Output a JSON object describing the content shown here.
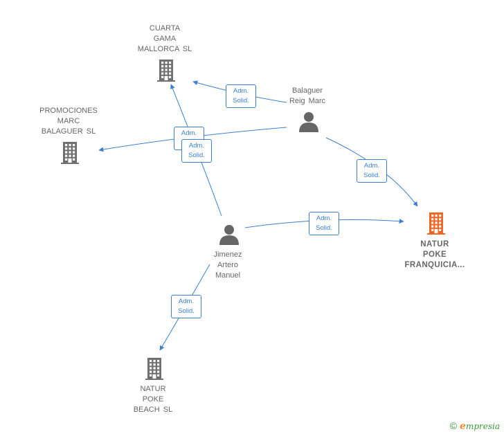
{
  "nodes": [
    {
      "id": "cuarta_gama",
      "kind": "company",
      "lines": [
        "CUARTA",
        "GAMA",
        "MALLORCA  SL"
      ],
      "focus": false
    },
    {
      "id": "promociones_marc",
      "kind": "company",
      "lines": [
        "PROMOCIONES",
        "MARC",
        "BALAGUER  SL"
      ],
      "focus": false
    },
    {
      "id": "balaguer_reig",
      "kind": "person",
      "lines": [
        "Balaguer",
        "Reig Marc"
      ],
      "focus": false
    },
    {
      "id": "natur_poke_franquicia",
      "kind": "company",
      "lines": [
        "NATUR",
        "POKE",
        "FRANQUICIA..."
      ],
      "focus": true
    },
    {
      "id": "jimenez_artero",
      "kind": "person",
      "lines": [
        "Jimenez",
        "Artero",
        "Manuel"
      ],
      "focus": false
    },
    {
      "id": "natur_poke_beach",
      "kind": "company",
      "lines": [
        "NATUR",
        "POKE",
        "BEACH  SL"
      ],
      "focus": false
    }
  ],
  "edges": [
    {
      "from": "balaguer_reig",
      "to": "cuarta_gama",
      "label": [
        "Adm.",
        "Solid."
      ]
    },
    {
      "from": "balaguer_reig",
      "to": "promociones_marc",
      "label": [
        "Adm.",
        "Solid."
      ]
    },
    {
      "from": "balaguer_reig",
      "to": "natur_poke_franquicia",
      "label": [
        "Adm.",
        "Solid."
      ]
    },
    {
      "from": "jimenez_artero",
      "to": "cuarta_gama",
      "label": [
        "Adm.",
        "Solid."
      ]
    },
    {
      "from": "jimenez_artero",
      "to": "natur_poke_franquicia",
      "label": [
        "Adm.",
        "Solid."
      ]
    },
    {
      "from": "jimenez_artero",
      "to": "natur_poke_beach",
      "label": [
        "Adm.",
        "Solid."
      ]
    }
  ],
  "colors": {
    "edge": "#3a7fd0",
    "company_icon": "#707070",
    "focus_icon": "#f26522",
    "person_icon": "#666666",
    "brand_green": "#3a9a3a",
    "brand_orange": "#f08a24"
  },
  "footer": {
    "copyright": "©",
    "brand_initial": "e",
    "brand_rest": "mpresia"
  }
}
